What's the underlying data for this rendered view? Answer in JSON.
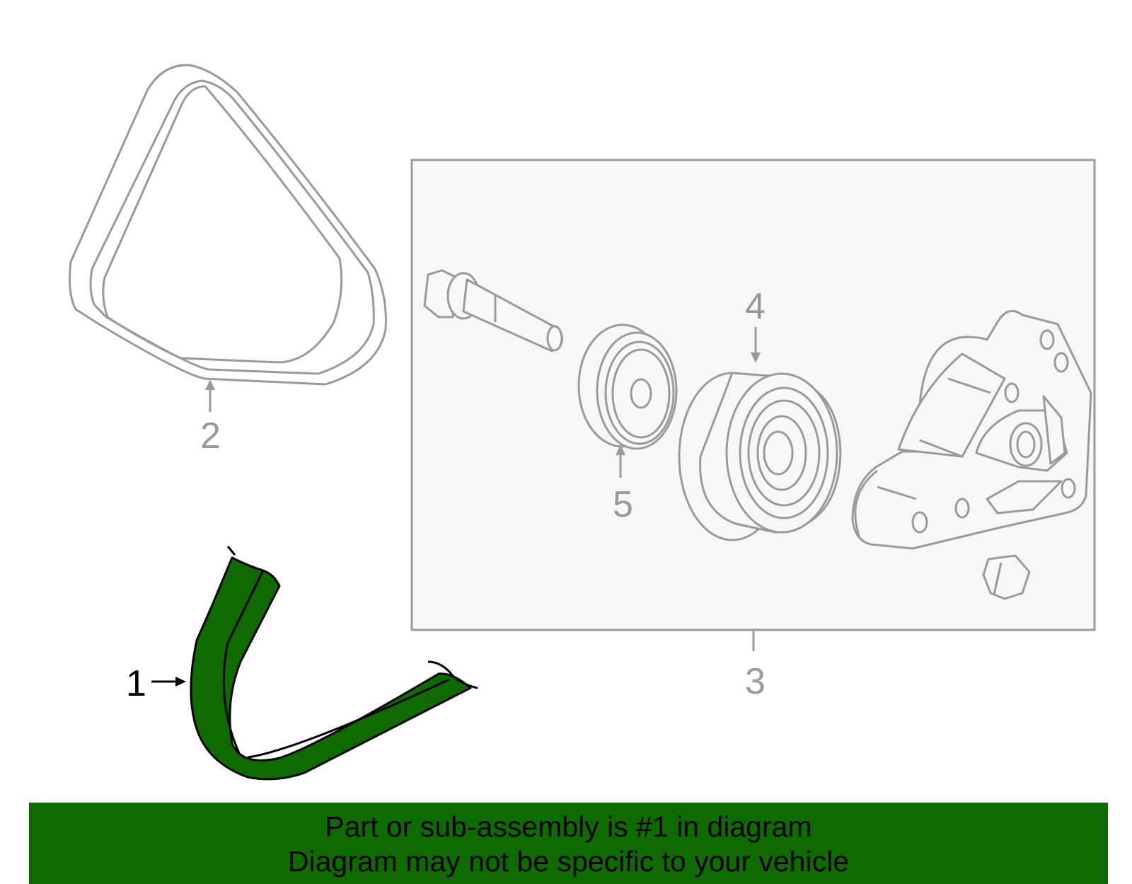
{
  "callouts": {
    "c1": "1",
    "c2": "2",
    "c3": "3",
    "c4": "4",
    "c5": "5"
  },
  "banner": {
    "line1": "Part or sub-assembly is #1 in diagram",
    "line2": "Diagram may not be specific to your vehicle"
  },
  "colors": {
    "highlight": "#0f6b00",
    "line_gray": "#9a9a9a",
    "box_fill": "#f7f7f7",
    "banner_text": "#000000"
  }
}
